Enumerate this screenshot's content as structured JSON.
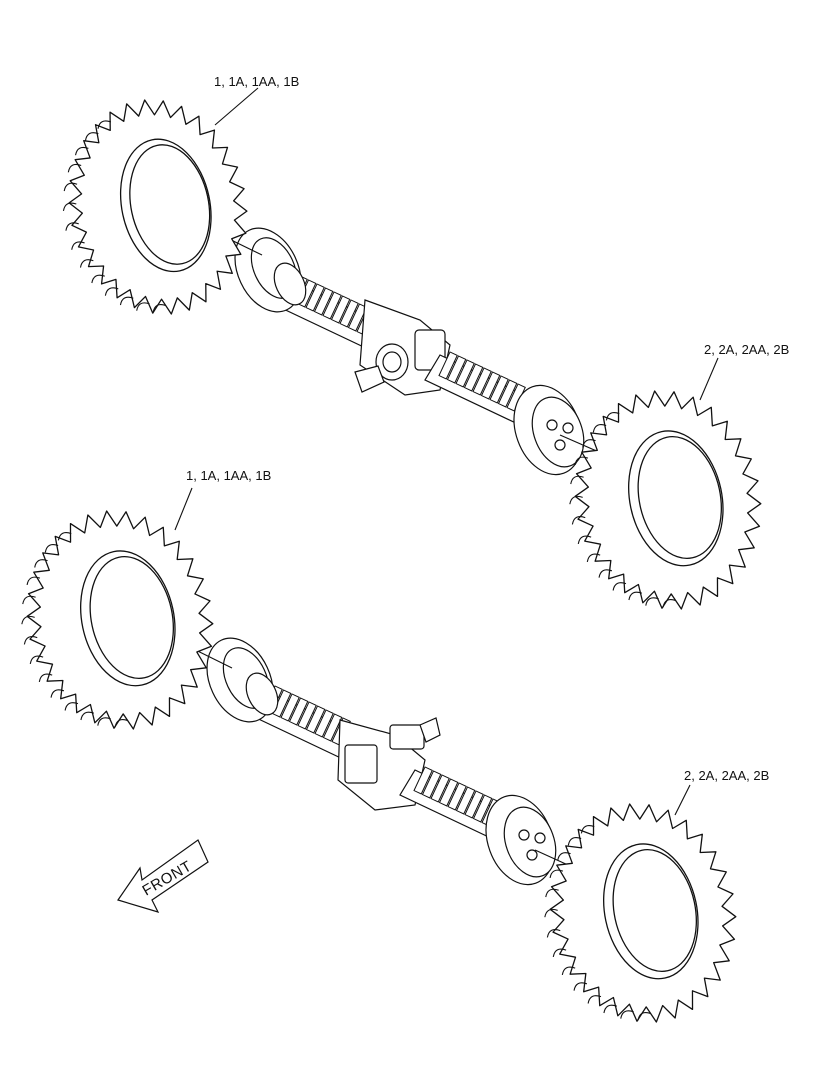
{
  "callouts": {
    "upper_left_tire": "1, 1A, 1AA, 1B",
    "upper_right_tire": "2, 2A, 2AA, 2B",
    "lower_left_tire": "1, 1A, 1AA, 1B",
    "lower_right_tire": "2, 2A, 2AA, 2B"
  },
  "direction_arrow": {
    "label": "FRONT"
  },
  "assemblies": [
    {
      "name": "upper-axle-assembly"
    },
    {
      "name": "lower-axle-assembly"
    }
  ]
}
